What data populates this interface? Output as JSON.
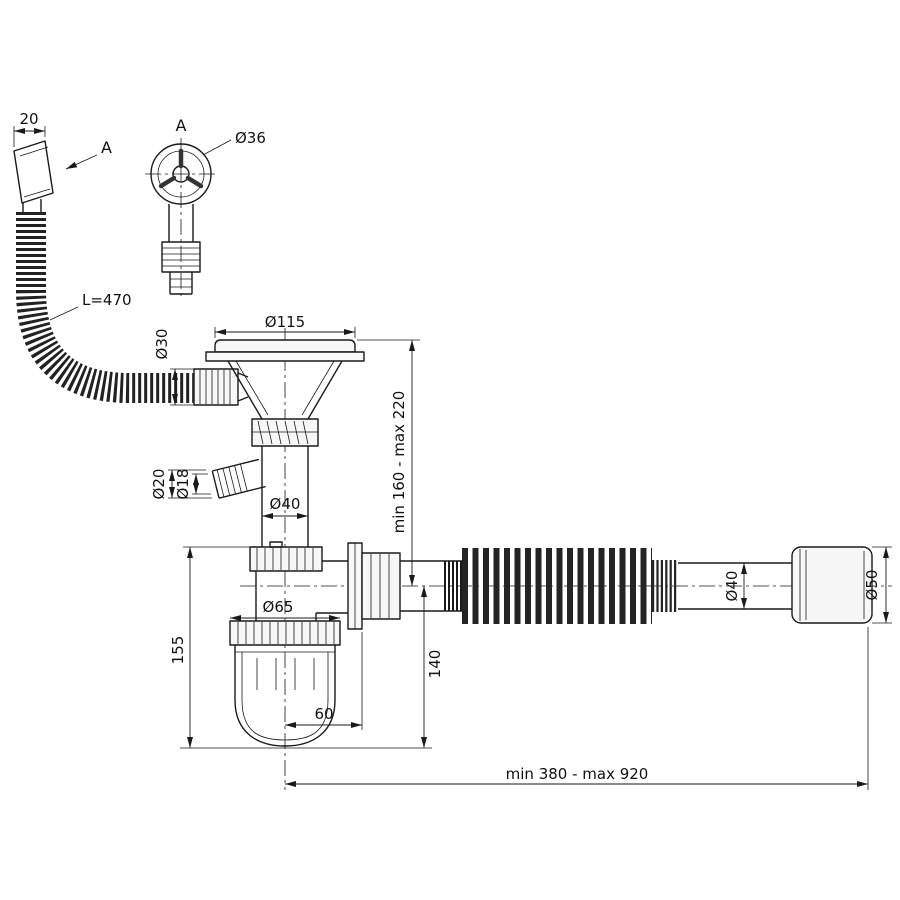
{
  "drawing": {
    "type": "technical-drawing",
    "subject": "Sink waste siphon with overflow hose and flexible outlet pipe",
    "colors": {
      "line": "#1a1a1a",
      "background": "#ffffff"
    },
    "labels": {
      "dim_width_20": "20",
      "section_arrow": "A",
      "detail_title": "A",
      "detail_diameter": "Ø36",
      "overflow_hose_length": "L=470",
      "overflow_nut_diameter": "Ø30",
      "flange_diameter": "Ø115",
      "nozzle_outer_diameter": "Ø20",
      "nozzle_inner_diameter": "Ø18",
      "body_diameter": "Ø40",
      "height_range": "min 160 - max 220",
      "cup_diameter": "Ø65",
      "cup_height": "155",
      "outlet_drop": "140",
      "outlet_offset": "60",
      "outlet_pipe_diameter": "Ø40",
      "end_cuff_diameter": "Ø50",
      "length_range": "min 380 - max 920"
    }
  }
}
